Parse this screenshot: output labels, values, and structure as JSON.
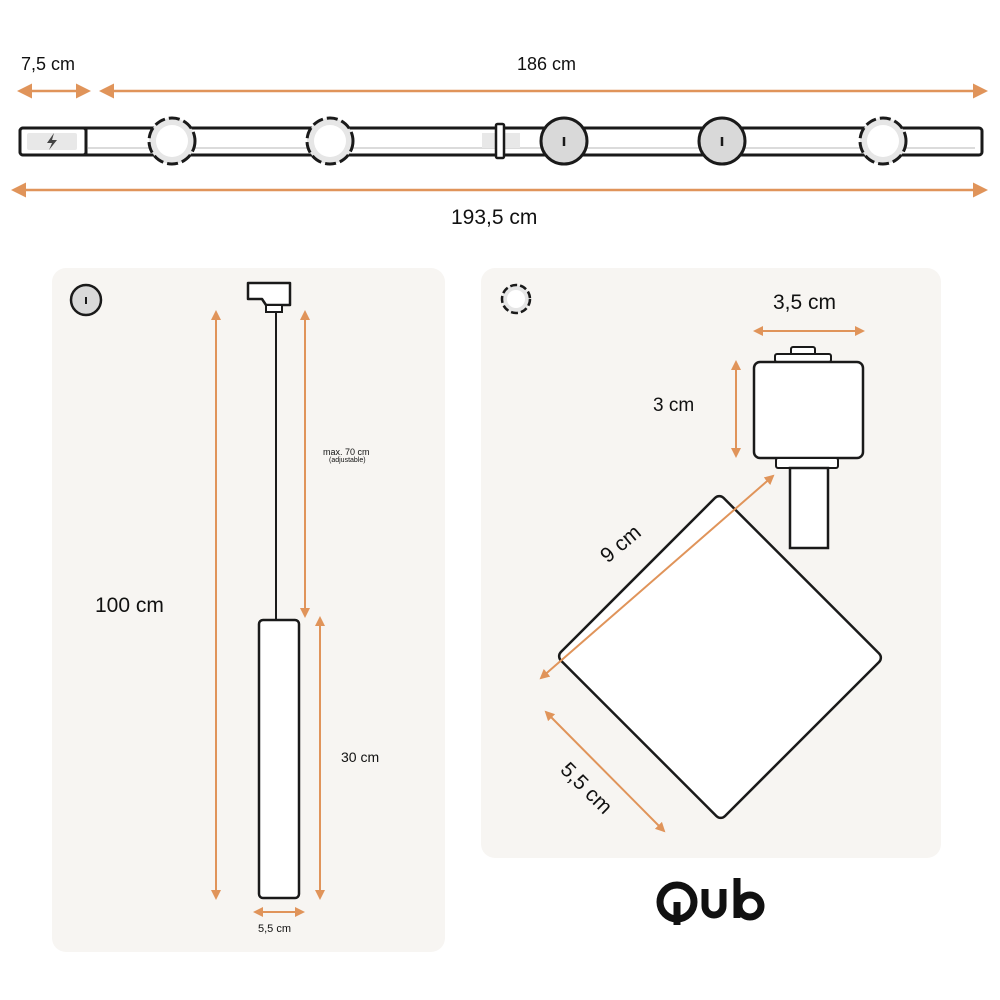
{
  "top_rail": {
    "feed_length": "7,5 cm",
    "rail_length": "186 cm",
    "total_length": "193,5 cm",
    "spots": [
      {
        "type": "spot",
        "icon": "dashed-ring-icon"
      },
      {
        "type": "spot",
        "icon": "dashed-ring-icon"
      },
      {
        "type": "pendant",
        "icon": "pendant-marker-icon"
      },
      {
        "type": "pendant",
        "icon": "pendant-marker-icon"
      },
      {
        "type": "spot",
        "icon": "dashed-ring-icon"
      }
    ],
    "feed_icon": "lightning-icon"
  },
  "pendant_panel": {
    "marker_icon": "pendant-marker-icon",
    "total_height": "100 cm",
    "cable_length_line1": "max. 70 cm",
    "cable_length_line2": "(adjustable)",
    "body_height": "30 cm",
    "body_width": "5,5 cm"
  },
  "spot_panel": {
    "marker_icon": "dashed-ring-icon",
    "adapter_width": "3,5 cm",
    "adapter_height": "3 cm",
    "head_length": "9 cm",
    "head_diameter": "5,5 cm"
  },
  "brand": {
    "logo_text": "Qub"
  },
  "colors": {
    "accent": "#e0945a",
    "outline": "#1a1a1a",
    "panel": "#f7f5f2",
    "marker_grey": "#d9d9d9"
  }
}
